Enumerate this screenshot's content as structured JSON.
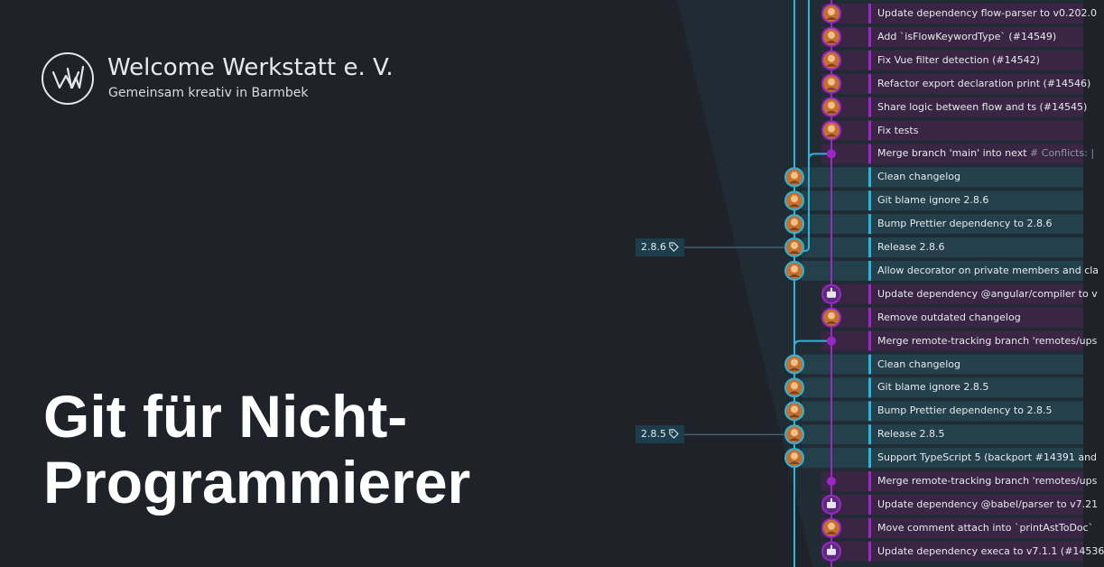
{
  "org": {
    "name": "Welcome Werkstatt e. V.",
    "tagline": "Gemeinsam kreativ in Barmbek",
    "logo_icon": "ww-monogram-icon"
  },
  "headline": {
    "line1": "Git für Nicht-",
    "line2": "Programmierer"
  },
  "colors": {
    "background": "#1f2229",
    "panel": "#202b34",
    "main_branch": "#29b6dc",
    "next_branch": "#9b27c6",
    "main_row_highlight": "#24414b",
    "next_row_highlight": "#3a2545"
  },
  "commits": [
    {
      "message": "Update dependency flow-parser to v0.202.0",
      "branch": "next",
      "avatar": "author-avatar-icon"
    },
    {
      "message": "Add `isFlowKeywordType` (#14549)",
      "branch": "next",
      "avatar": "author-avatar-icon"
    },
    {
      "message": "Fix Vue filter detection (#14542)",
      "branch": "next",
      "avatar": "author-avatar-icon"
    },
    {
      "message": "Refactor export declaration print (#14546)",
      "branch": "next",
      "avatar": "author-avatar-icon"
    },
    {
      "message": "Share logic between flow and ts (#14545)",
      "branch": "next",
      "avatar": "author-avatar-icon"
    },
    {
      "message": "Fix tests",
      "branch": "next",
      "avatar": "author-avatar-icon"
    },
    {
      "message": "Merge branch 'main' into next",
      "conflicts": "# Conflicts: |",
      "branch": "next",
      "avatar": "merge-dot-icon"
    },
    {
      "message": "Clean changelog",
      "branch": "main",
      "avatar": "author-avatar-icon"
    },
    {
      "message": "Git blame ignore 2.8.6",
      "branch": "main",
      "avatar": "author-avatar-icon"
    },
    {
      "message": "Bump Prettier dependency to 2.8.6",
      "branch": "main",
      "avatar": "author-avatar-icon"
    },
    {
      "message": "Release 2.8.6",
      "branch": "main",
      "avatar": "author-avatar-icon",
      "tag": "2.8.6"
    },
    {
      "message": "Allow decorator on private members and cla",
      "branch": "main",
      "avatar": "author-avatar-icon"
    },
    {
      "message": "Update dependency @angular/compiler to v",
      "branch": "next",
      "avatar": "bot-avatar-icon"
    },
    {
      "message": "Remove outdated changelog",
      "branch": "next",
      "avatar": "author-avatar-icon"
    },
    {
      "message": "Merge remote-tracking branch 'remotes/ups",
      "branch": "next",
      "avatar": "merge-dot-icon"
    },
    {
      "message": "Clean changelog",
      "branch": "main",
      "avatar": "author-avatar-icon"
    },
    {
      "message": "Git blame ignore 2.8.5",
      "branch": "main",
      "avatar": "author-avatar-icon"
    },
    {
      "message": "Bump Prettier dependency to 2.8.5",
      "branch": "main",
      "avatar": "author-avatar-icon"
    },
    {
      "message": "Release 2.8.5",
      "branch": "main",
      "avatar": "author-avatar-icon",
      "tag": "2.8.5"
    },
    {
      "message": "Support TypeScript 5 (backport #14391 and",
      "branch": "main",
      "avatar": "author-avatar-icon"
    },
    {
      "message": "Merge remote-tracking branch 'remotes/ups",
      "branch": "next",
      "avatar": "merge-dot-icon"
    },
    {
      "message": "Update dependency @babel/parser to v7.21",
      "branch": "next",
      "avatar": "bot-avatar-icon"
    },
    {
      "message": "Move comment attach into `printAstToDoc`",
      "branch": "next",
      "avatar": "author-avatar-icon"
    },
    {
      "message": "Update dependency execa to v7.1.1 (#14536",
      "branch": "next",
      "avatar": "bot-avatar-icon"
    }
  ]
}
